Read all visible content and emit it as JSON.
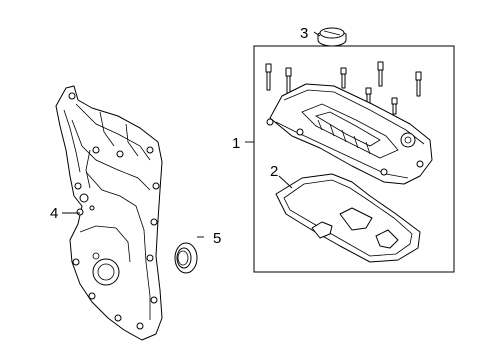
{
  "callouts": {
    "c1": "1",
    "c2": "2",
    "c3": "3",
    "c4": "4",
    "c5": "5"
  },
  "parts": [
    {
      "callout": "1",
      "name": "valve-cover-assembly"
    },
    {
      "callout": "2",
      "name": "valve-cover-gasket"
    },
    {
      "callout": "3",
      "name": "oil-filler-cap"
    },
    {
      "callout": "4",
      "name": "timing-cover"
    },
    {
      "callout": "5",
      "name": "front-crankshaft-seal"
    }
  ]
}
